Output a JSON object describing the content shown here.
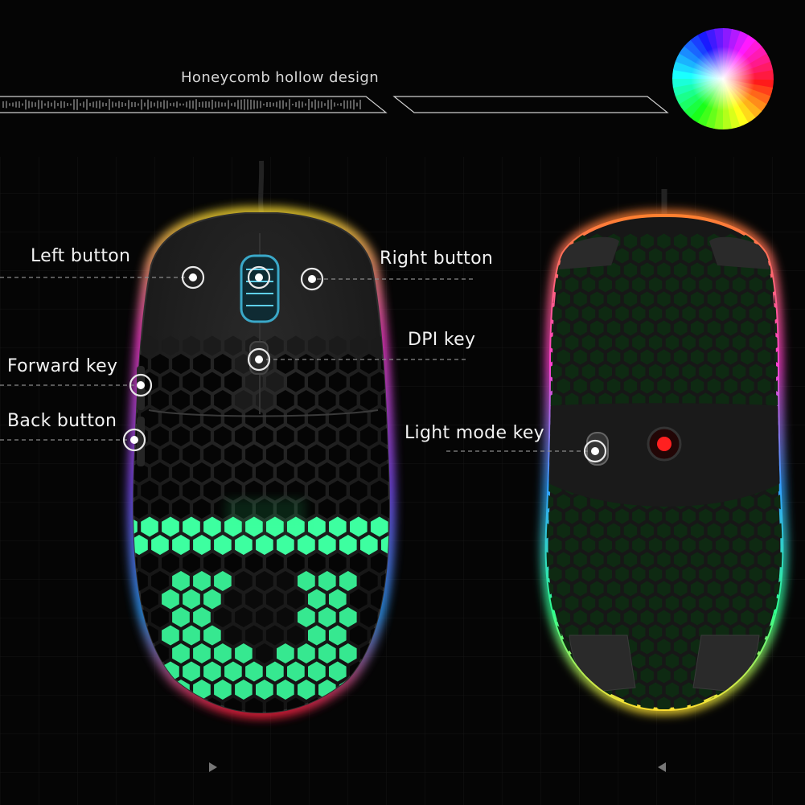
{
  "headline": "Honeycomb hollow design",
  "callouts": {
    "left_button": "Left  button",
    "right_button": "Right button",
    "dpi_key": "DPI key",
    "forward_key": "Forward key",
    "back_button": "Back button",
    "light_mode_key": "Light mode key"
  },
  "colors": {
    "background": "#050505",
    "mouse_shell": "#1b1b1b",
    "honeycomb_glow": "#33ff88",
    "rgb_edge": [
      "#ff2040",
      "#ff40d0",
      "#8050ff",
      "#30a0ff",
      "#30ff90",
      "#ffe030"
    ]
  },
  "icons": {
    "color_wheel": "rgb-color-wheel-icon",
    "callout_marker": "ring-dot-marker-icon",
    "nav_left": "triangle-right-icon",
    "nav_right": "triangle-left-icon"
  }
}
